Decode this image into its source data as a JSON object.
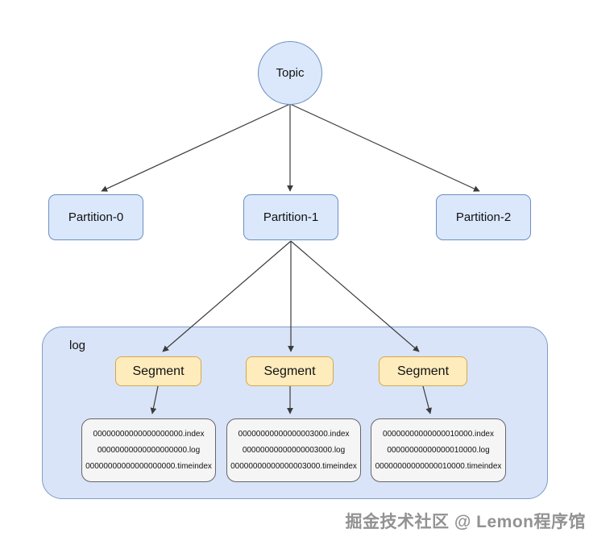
{
  "colors": {
    "node-fill": "#dbe8fc",
    "node-border": "#6c8ebf",
    "container-fill": "#d9e4f8",
    "container-border": "#7e9cc9",
    "segment-fill": "#ffecbd",
    "segment-border": "#d6a748",
    "file-fill": "#f5f5f5",
    "file-border": "#666666",
    "arrow": "#3b3b3b",
    "watermark": "#929292"
  },
  "diagram": {
    "topic": {
      "label": "Topic"
    },
    "partitions": [
      {
        "label": "Partition-0"
      },
      {
        "label": "Partition-1"
      },
      {
        "label": "Partition-2"
      }
    ],
    "log": {
      "label": "log"
    },
    "segments": [
      {
        "label": "Segment"
      },
      {
        "label": "Segment"
      },
      {
        "label": "Segment"
      }
    ],
    "file_groups": [
      {
        "files": [
          "00000000000000000000.index",
          "00000000000000000000.log",
          "00000000000000000000.timeindex"
        ]
      },
      {
        "files": [
          "00000000000000003000.index",
          "00000000000000003000.log",
          "00000000000000003000.timeindex"
        ]
      },
      {
        "files": [
          "00000000000000010000.index",
          "00000000000000010000.log",
          "00000000000000010000.timeindex"
        ]
      }
    ]
  },
  "watermark": {
    "text": "掘金技术社区 @ Lemon程序馆"
  }
}
